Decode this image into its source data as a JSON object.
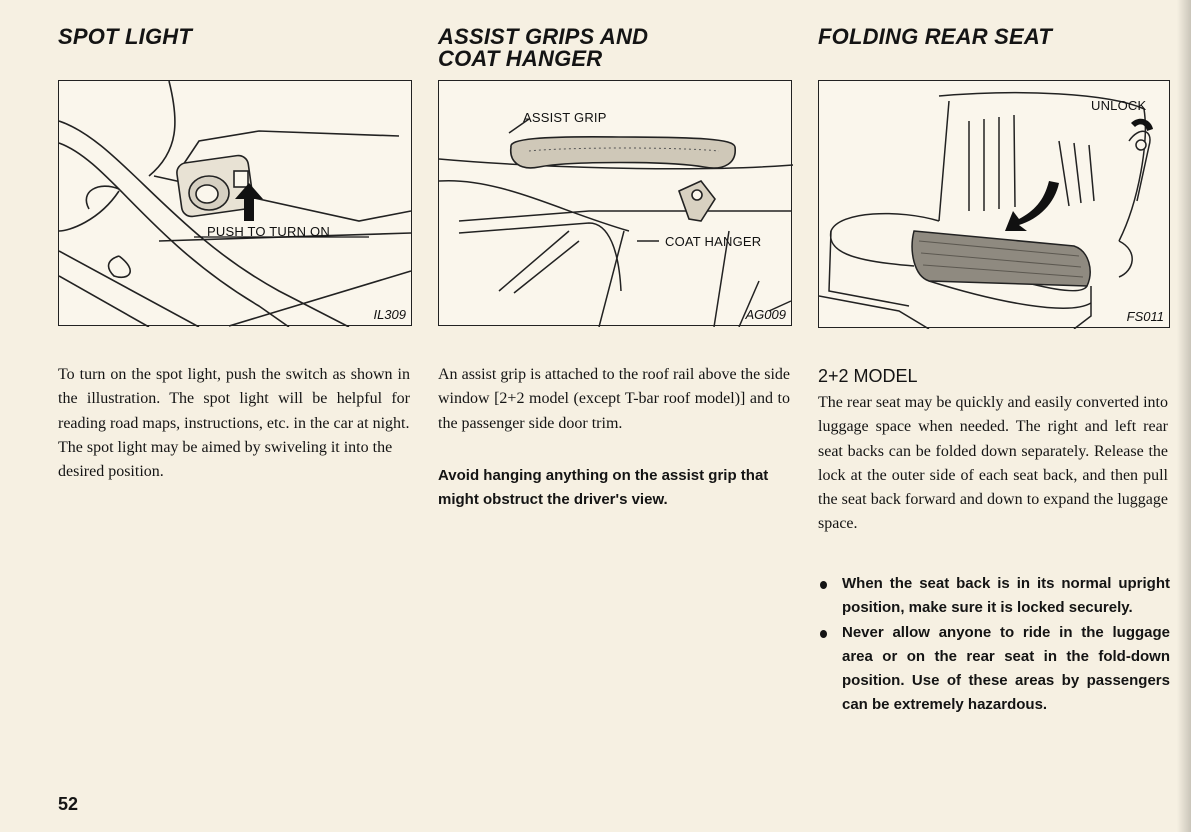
{
  "page_number": "52",
  "spot_light": {
    "title": "SPOT LIGHT",
    "figure_code": "IL309",
    "callout": "PUSH TO TURN ON",
    "paragraphs": [
      "To turn on the spot light, push the switch as shown in the illustration. The spot light will be helpful for reading road maps, instructions, etc. in the car at night.",
      "The spot light may be aimed by swiveling it into the desired position."
    ]
  },
  "assist_grips": {
    "title_lines": [
      "ASSIST GRIPS AND",
      "COAT HANGER"
    ],
    "figure_code": "AG009",
    "callout_grip": "ASSIST GRIP",
    "callout_hanger": "COAT HANGER",
    "paragraph": "An assist grip is attached to the roof rail above the side window [2+2 model (except T-bar roof model)] and to the passenger side door trim.",
    "warning": "Avoid hanging anything on the assist grip that might obstruct the driver's view."
  },
  "folding_seat": {
    "title": "FOLDING REAR SEAT",
    "figure_code": "FS011",
    "callout": "UNLOCK",
    "subheading": "2+2 MODEL",
    "paragraph": "The rear seat may be quickly and easily converted into luggage space when needed. The right and left rear seat backs can be folded down separately. Release the lock at the outer side of each seat back, and then pull the seat back forward and down to expand the luggage space.",
    "bullets": [
      "When the seat back is in its normal upright position, make sure it is locked securely.",
      "Never allow anyone to ride in the luggage area or on the rear seat in the fold-down position. Use of these areas by passengers can be extremely hazardous."
    ]
  }
}
